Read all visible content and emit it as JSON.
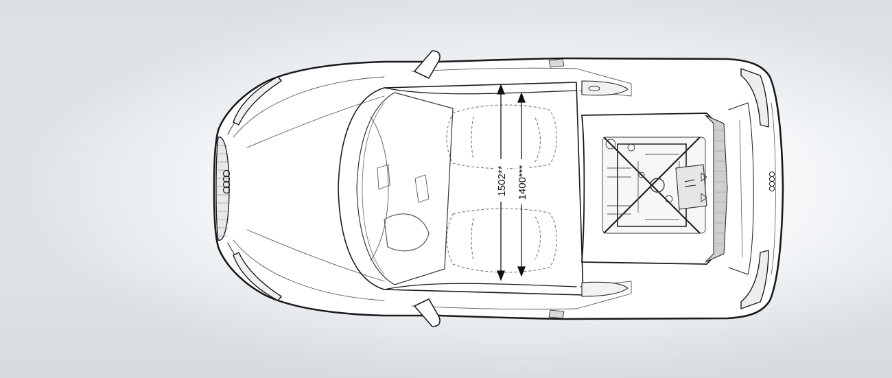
{
  "diagram": {
    "view": "top",
    "dimensions": [
      {
        "id": "width-1",
        "label": "1502**"
      },
      {
        "id": "width-2",
        "label": "1400***"
      }
    ],
    "colors": {
      "outline": "#1a1a1a",
      "detail": "#5a5a5a",
      "dimension": "#111111",
      "background": "#f6f8fa"
    },
    "icons": [
      "audi-rings-icon"
    ]
  }
}
